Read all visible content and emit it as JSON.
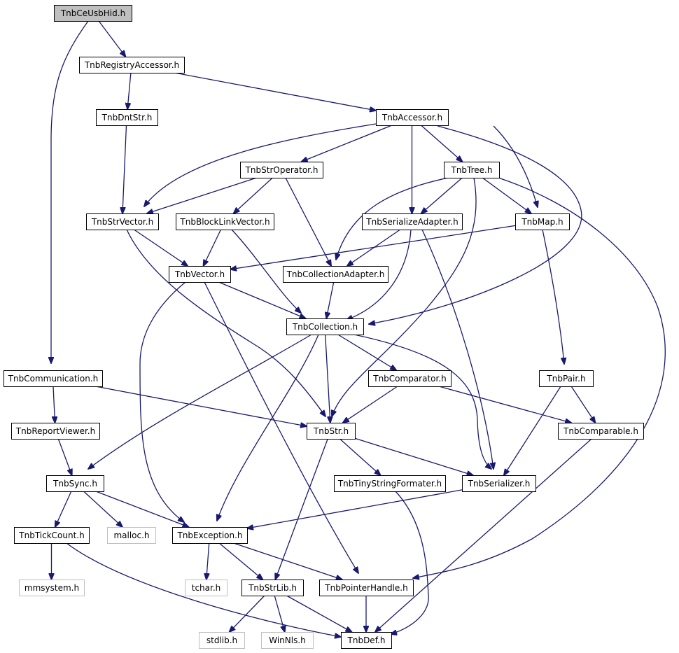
{
  "diagram": {
    "nodes": [
      {
        "id": "ceusbhid",
        "label": "TnbCeUsbHid.h",
        "kind": "root"
      },
      {
        "id": "regacc",
        "label": "TnbRegistryAccessor.h",
        "kind": "normal"
      },
      {
        "id": "dntstr",
        "label": "TnbDntStr.h",
        "kind": "normal"
      },
      {
        "id": "accessor",
        "label": "TnbAccessor.h",
        "kind": "normal"
      },
      {
        "id": "stroperator",
        "label": "TnbStrOperator.h",
        "kind": "normal"
      },
      {
        "id": "tree",
        "label": "TnbTree.h",
        "kind": "normal"
      },
      {
        "id": "strvector",
        "label": "TnbStrVector.h",
        "kind": "normal"
      },
      {
        "id": "blocklink",
        "label": "TnbBlockLinkVector.h",
        "kind": "normal"
      },
      {
        "id": "seradapter",
        "label": "TnbSerializeAdapter.h",
        "kind": "normal"
      },
      {
        "id": "map",
        "label": "TnbMap.h",
        "kind": "normal"
      },
      {
        "id": "vector",
        "label": "TnbVector.h",
        "kind": "normal"
      },
      {
        "id": "coladapter",
        "label": "TnbCollectionAdapter.h",
        "kind": "normal"
      },
      {
        "id": "collection",
        "label": "TnbCollection.h",
        "kind": "normal"
      },
      {
        "id": "communication",
        "label": "TnbCommunication.h",
        "kind": "normal"
      },
      {
        "id": "comparator",
        "label": "TnbComparator.h",
        "kind": "normal"
      },
      {
        "id": "pair",
        "label": "TnbPair.h",
        "kind": "normal"
      },
      {
        "id": "reportviewer",
        "label": "TnbReportViewer.h",
        "kind": "normal"
      },
      {
        "id": "str",
        "label": "TnbStr.h",
        "kind": "normal"
      },
      {
        "id": "comparable",
        "label": "TnbComparable.h",
        "kind": "normal"
      },
      {
        "id": "sync",
        "label": "TnbSync.h",
        "kind": "normal"
      },
      {
        "id": "tinyfmt",
        "label": "TnbTinyStringFormater.h",
        "kind": "normal"
      },
      {
        "id": "serializer",
        "label": "TnbSerializer.h",
        "kind": "normal"
      },
      {
        "id": "tickcount",
        "label": "TnbTickCount.h",
        "kind": "normal"
      },
      {
        "id": "malloc",
        "label": "malloc.h",
        "kind": "external"
      },
      {
        "id": "exception",
        "label": "TnbException.h",
        "kind": "normal"
      },
      {
        "id": "mmsystem",
        "label": "mmsystem.h",
        "kind": "external"
      },
      {
        "id": "tchar",
        "label": "tchar.h",
        "kind": "external"
      },
      {
        "id": "strlib",
        "label": "TnbStrLib.h",
        "kind": "normal"
      },
      {
        "id": "ptrhandle",
        "label": "TnbPointerHandle.h",
        "kind": "normal"
      },
      {
        "id": "stdlib",
        "label": "stdlib.h",
        "kind": "external"
      },
      {
        "id": "winnls",
        "label": "WinNls.h",
        "kind": "external"
      },
      {
        "id": "def",
        "label": "TnbDef.h",
        "kind": "normal"
      }
    ],
    "edges": [
      [
        "ceusbhid",
        "regacc"
      ],
      [
        "ceusbhid",
        "communication"
      ],
      [
        "regacc",
        "dntstr"
      ],
      [
        "regacc",
        "accessor"
      ],
      [
        "dntstr",
        "strvector"
      ],
      [
        "accessor",
        "strvector"
      ],
      [
        "accessor",
        "stroperator"
      ],
      [
        "accessor",
        "seradapter"
      ],
      [
        "accessor",
        "tree"
      ],
      [
        "accessor",
        "map"
      ],
      [
        "accessor",
        "collection"
      ],
      [
        "stroperator",
        "strvector"
      ],
      [
        "stroperator",
        "blocklink"
      ],
      [
        "stroperator",
        "coladapter"
      ],
      [
        "tree",
        "coladapter"
      ],
      [
        "tree",
        "seradapter"
      ],
      [
        "tree",
        "map"
      ],
      [
        "tree",
        "str"
      ],
      [
        "tree",
        "ptrhandle"
      ],
      [
        "strvector",
        "vector"
      ],
      [
        "strvector",
        "str"
      ],
      [
        "blocklink",
        "vector"
      ],
      [
        "blocklink",
        "collection"
      ],
      [
        "seradapter",
        "coladapter"
      ],
      [
        "seradapter",
        "collection"
      ],
      [
        "seradapter",
        "serializer"
      ],
      [
        "map",
        "vector"
      ],
      [
        "map",
        "pair"
      ],
      [
        "vector",
        "collection"
      ],
      [
        "vector",
        "exception"
      ],
      [
        "vector",
        "ptrhandle"
      ],
      [
        "coladapter",
        "collection"
      ],
      [
        "collection",
        "comparator"
      ],
      [
        "collection",
        "str"
      ],
      [
        "collection",
        "sync"
      ],
      [
        "collection",
        "exception"
      ],
      [
        "collection",
        "serializer"
      ],
      [
        "communication",
        "reportviewer"
      ],
      [
        "communication",
        "str"
      ],
      [
        "comparator",
        "str"
      ],
      [
        "comparator",
        "comparable"
      ],
      [
        "pair",
        "comparable"
      ],
      [
        "pair",
        "serializer"
      ],
      [
        "reportviewer",
        "sync"
      ],
      [
        "str",
        "tinyfmt"
      ],
      [
        "str",
        "serializer"
      ],
      [
        "str",
        "strlib"
      ],
      [
        "comparable",
        "def"
      ],
      [
        "sync",
        "tickcount"
      ],
      [
        "sync",
        "malloc"
      ],
      [
        "sync",
        "exception"
      ],
      [
        "tinyfmt",
        "def"
      ],
      [
        "serializer",
        "exception"
      ],
      [
        "tickcount",
        "mmsystem"
      ],
      [
        "tickcount",
        "def"
      ],
      [
        "exception",
        "tchar"
      ],
      [
        "exception",
        "strlib"
      ],
      [
        "exception",
        "ptrhandle"
      ],
      [
        "strlib",
        "stdlib"
      ],
      [
        "strlib",
        "winnls"
      ],
      [
        "strlib",
        "def"
      ],
      [
        "ptrhandle",
        "def"
      ]
    ]
  }
}
